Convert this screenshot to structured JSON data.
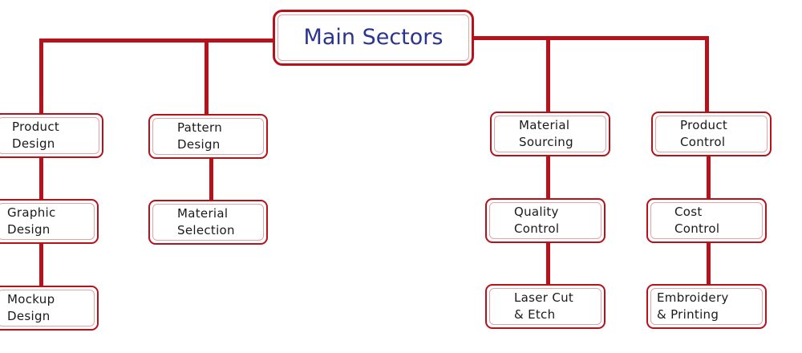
{
  "colors": {
    "connector": "#b5121b",
    "root_text": "#2b3590",
    "node_text": "#1a1a1a"
  },
  "root": {
    "label": "Main Sectors"
  },
  "branches": [
    {
      "top": {
        "line1": "Product",
        "line2": "Design"
      },
      "children": [
        {
          "line1": "Graphic",
          "line2": "Design"
        },
        {
          "line1": "Mockup",
          "line2": "Design"
        }
      ]
    },
    {
      "top": {
        "line1": "Pattern",
        "line2": "Design"
      },
      "children": [
        {
          "line1": "Material",
          "line2": "Selection"
        }
      ]
    },
    {
      "top": {
        "line1": "Material",
        "line2": "Sourcing"
      },
      "children": [
        {
          "line1": "Quality",
          "line2": "Control"
        },
        {
          "line1": "Laser Cut",
          "line2": "& Etch"
        }
      ]
    },
    {
      "top": {
        "line1": "Product",
        "line2": "Control"
      },
      "children": [
        {
          "line1": "Cost",
          "line2": "Control"
        },
        {
          "line1": "Embroidery",
          "line2": "& Printing"
        }
      ]
    }
  ]
}
